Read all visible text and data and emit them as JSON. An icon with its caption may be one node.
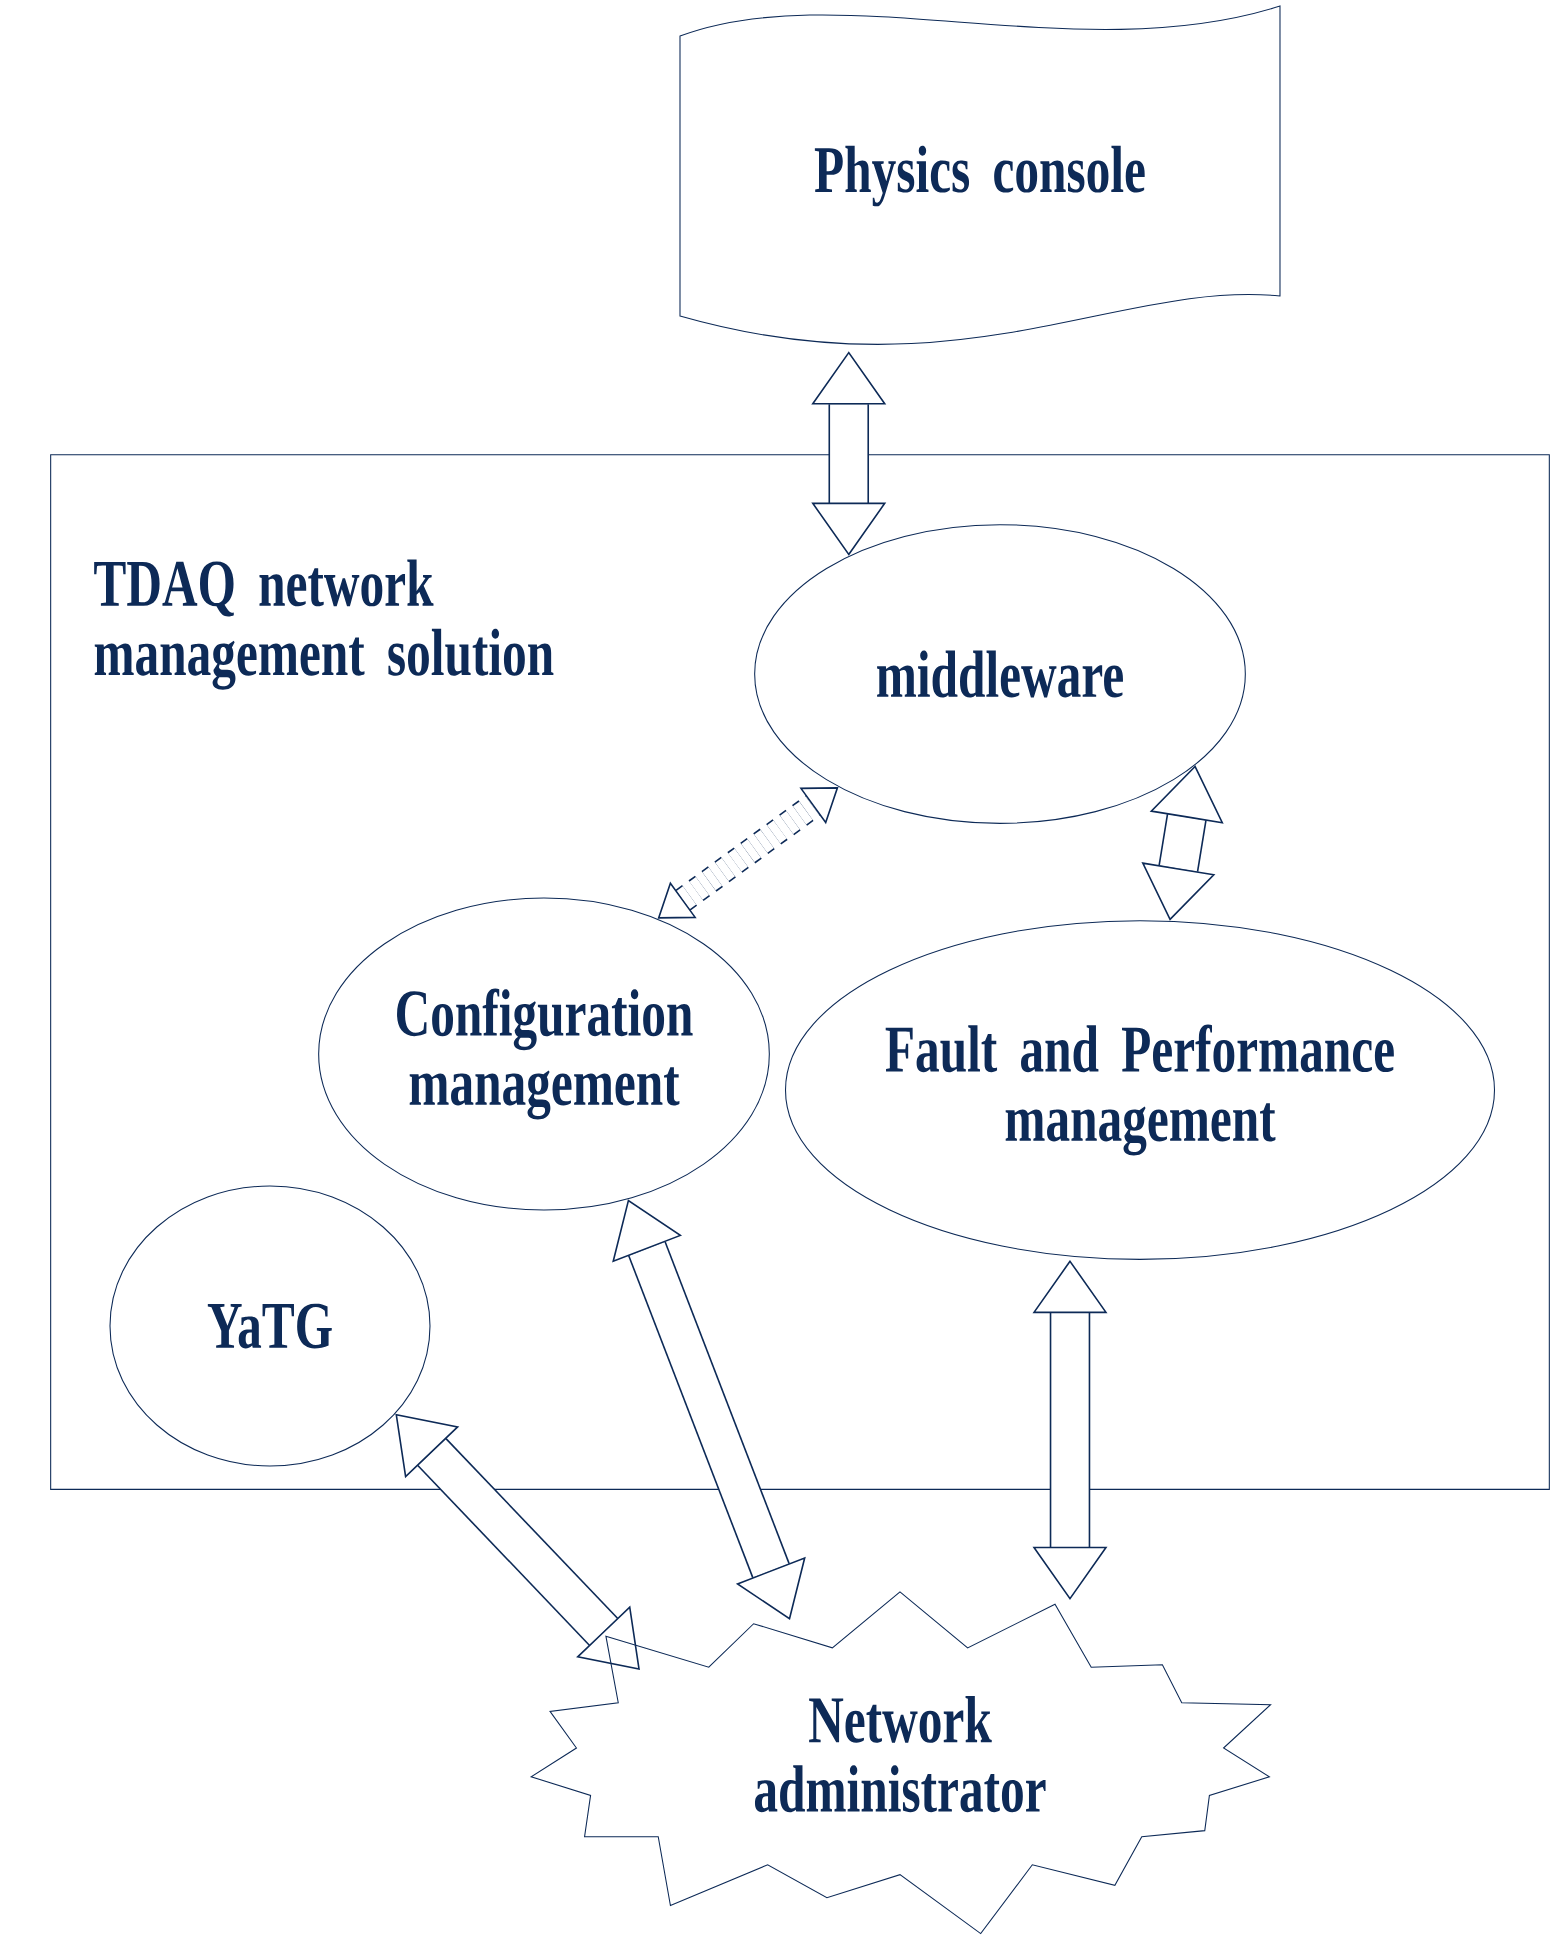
{
  "diagram": {
    "nodes": [
      {
        "text": [
          "Physics console"
        ]
      },
      {
        "text": [
          "TDAQ network management solution"
        ]
      },
      {
        "text": [
          "middleware"
        ],
        "in": 1
      },
      {
        "text": [
          "Configuration management"
        ],
        "in": 1
      },
      {
        "text": [
          "Fault and Performance management"
        ],
        "in": 1
      },
      {
        "text": [
          "YaTG"
        ],
        "in": 1
      },
      {
        "text": [
          "Network administrator"
        ]
      }
    ],
    "edges": [
      {
        "from": 0,
        "to": 2,
        "arrow": "both"
      },
      {
        "from": 2,
        "to": 4,
        "arrow": "both"
      },
      {
        "from": 3,
        "to": 2,
        "arrow": "both",
        "style": "dashed"
      },
      {
        "from": 3,
        "to": 6,
        "arrow": "both"
      },
      {
        "from": 4,
        "to": 6,
        "arrow": "both"
      },
      {
        "from": 5,
        "to": 6,
        "arrow": "both"
      }
    ]
  }
}
